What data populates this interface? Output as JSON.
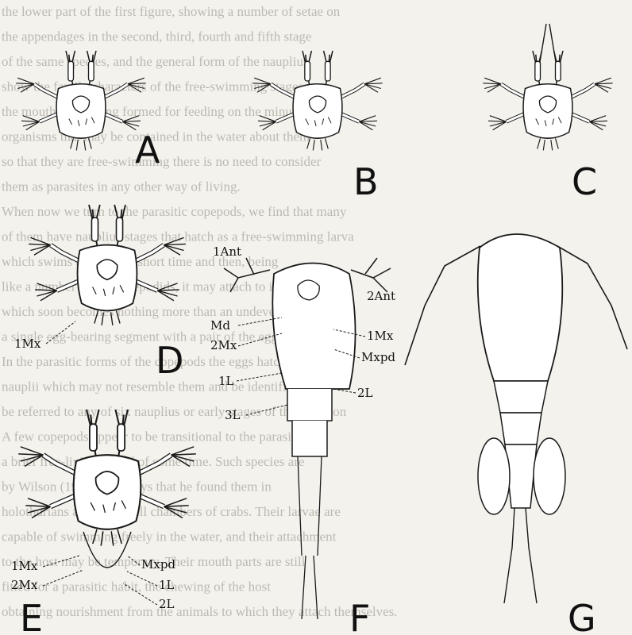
{
  "panels": {
    "A": {
      "letter": "A"
    },
    "B": {
      "letter": "B"
    },
    "C": {
      "letter": "C"
    },
    "D": {
      "letter": "D",
      "labels": [
        "1Mx"
      ]
    },
    "E": {
      "letter": "E",
      "labels_left": [
        "1Mx",
        "2Mx"
      ],
      "labels_right": [
        "Mxpd",
        "1L",
        "2L"
      ]
    },
    "F": {
      "letter": "F",
      "labels": {
        "ant1": "1Ant",
        "ant2": "2Ant",
        "md": "Md",
        "mx2": "2Mx",
        "mx1": "1Mx",
        "mxpd": "Mxpd",
        "l1": "1L",
        "l2": "2L",
        "l3": "3L"
      }
    },
    "G": {
      "letter": "G"
    }
  },
  "background_text": [
    "the lower part of the first figure, showing a number of setae on",
    "the appendages in the second, third, fourth and fifth stage",
    "of the same species, and the general form of the nauplius",
    "show the family characters of the free-swimming stages",
    "the mouth parts being formed for feeding on the minute",
    "organisms that may be contained in the water about them",
    "so that they are free-swimming there is no need to consider",
    "them as parasites in any other way of living.",
    "When now we turn to the parasitic copepods, we find that many",
    "of them have nauplius stages that hatch as a free-swimming larva",
    "which swims about for a short time and then, being",
    "like a number of the copepodids, it may attach to its host",
    "which soon becomes nothing more than an undeveloped sac",
    "a single egg-bearing segment with a pair of the egg strings",
    "In the parasitic forms of the copepods the eggs hatch into",
    "nauplii which may not resemble them and be identified, or",
    "be referred to any of six nauplius or early stages of the common",
    "A few copepods appear to be transitional to the parasitic life",
    "a brief free-living period of some time. Such species are",
    "by Wilson (1905), who says that he found them in",
    "holothurians and in the gill chambers of crabs. Their larvae are",
    "capable of swimming freely in the water, and their attachment",
    "to the host may be temporary. Their mouth parts are still",
    "fitted for a parasitic habit, the chewing of the host",
    "obtaining nourishment from the animals to which they attach themselves."
  ]
}
